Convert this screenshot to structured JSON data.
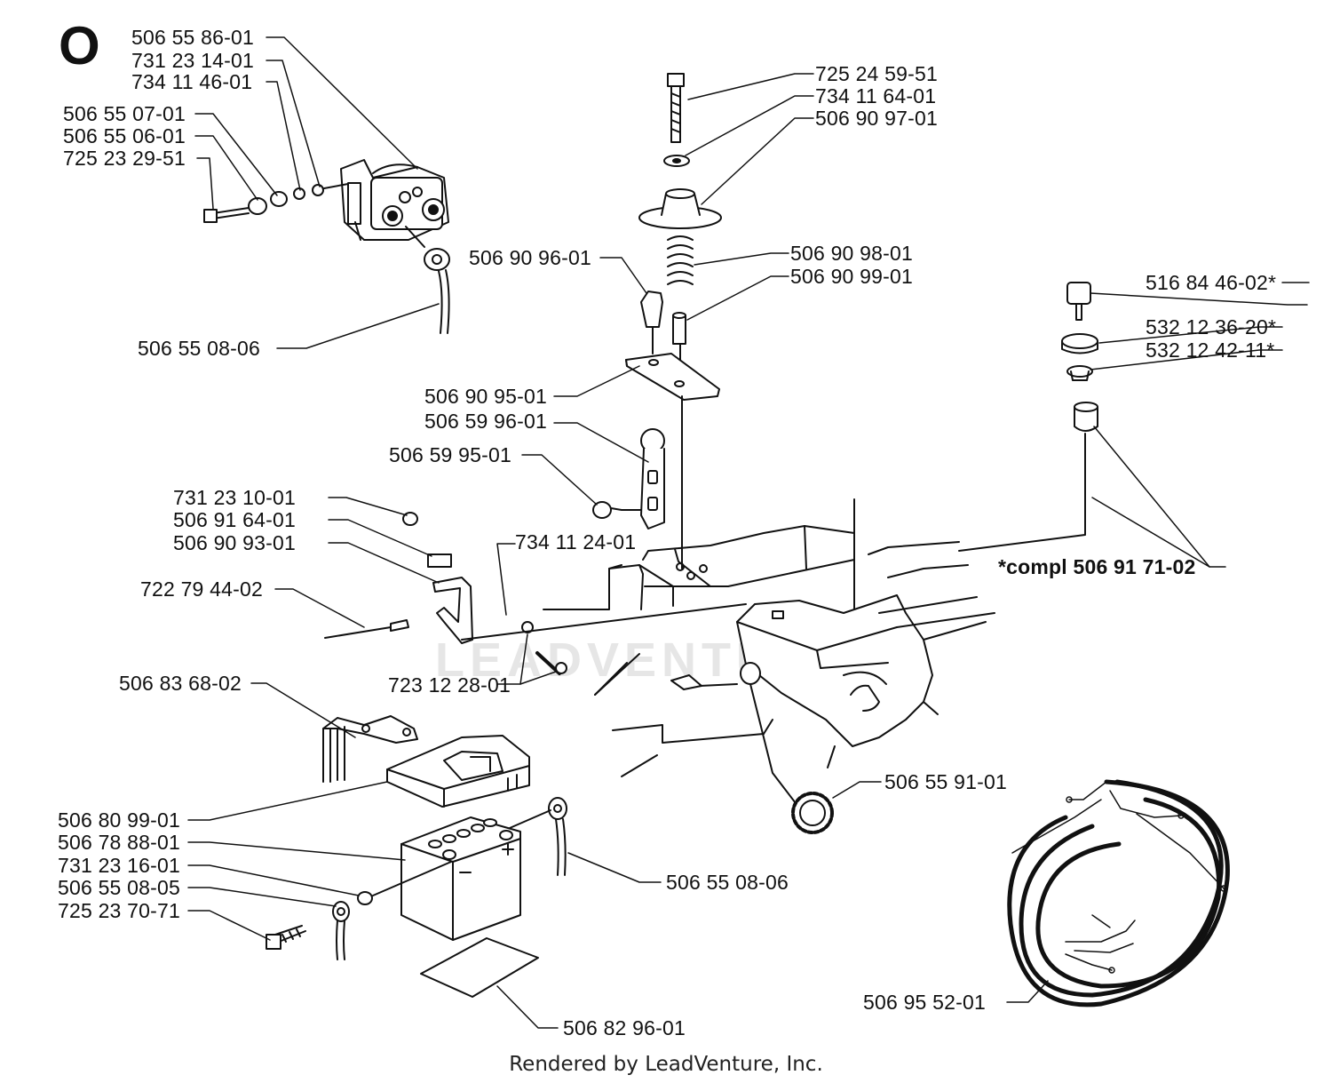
{
  "section_letter": "O",
  "watermark": "LEADVENTURE",
  "footer": "Rendered by LeadVenture, Inc.",
  "parts": {
    "p01": "506 55 86-01",
    "p02": "731 23 14-01",
    "p03": "734 11 46-01",
    "p04": "506 55 07-01",
    "p05": "506 55 06-01",
    "p06": "725 23 29-51",
    "p07": "506 55 08-06",
    "p08": "725 24 59-51",
    "p09": "734 11 64-01",
    "p10": "506 90 97-01",
    "p11": "506 90 96-01",
    "p12": "506 90 98-01",
    "p13": "506 90 99-01",
    "p14": "516 84 46-02*",
    "p15": "532 12 36-20*",
    "p16": "532 12 42-11*",
    "p17": "506 90 95-01",
    "p18": "506 59 96-01",
    "p19": "506 59 95-01",
    "p20": "731 23 10-01",
    "p21": "506 91 64-01",
    "p22": "506 90 93-01",
    "p23": "734 11 24-01",
    "p24": "*compl 506 91 71-02",
    "p25": "722 79 44-02",
    "p26": "723 12 28-01",
    "p27": "506 83 68-02",
    "p28": "506 55 91-01",
    "p29": "506 80 99-01",
    "p30": "506 78 88-01",
    "p31": "731 23 16-01",
    "p32": "506 55 08-05",
    "p33": "725 23 70-71",
    "p34": "506 55 08-06",
    "p35": "506 95 52-01",
    "p36": "506 82 96-01"
  }
}
